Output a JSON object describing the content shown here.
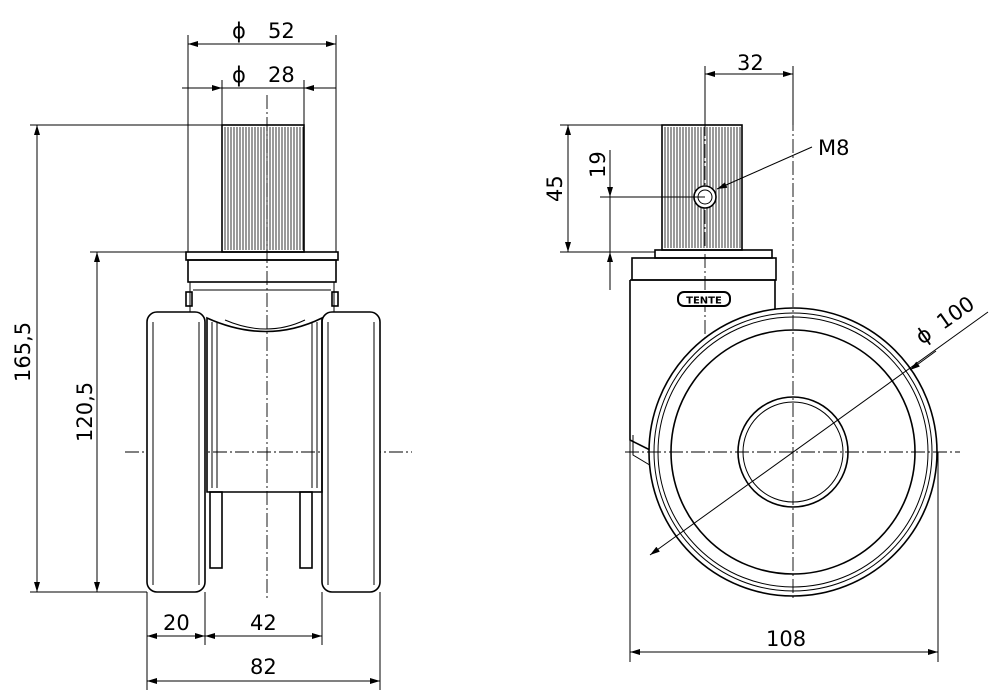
{
  "title": "Twin-wheel castor technical drawing",
  "front_view": {
    "dim_stem_outer": {
      "symbol": "ϕ",
      "value": "52"
    },
    "dim_stem_inner": {
      "symbol": "ϕ",
      "value": "28"
    },
    "dim_total_height": "165,5",
    "dim_wheel_height": "120,5",
    "dim_wheel_width": "20",
    "dim_wheel_gap": "42",
    "dim_total_width": "82"
  },
  "side_view": {
    "dim_offset": "32",
    "dim_thread": "M8",
    "dim_stem_height": "45",
    "dim_hole_height": "19",
    "dim_wheel_diameter": {
      "symbol": "ϕ",
      "value": "100"
    },
    "dim_swivel_radius": "108",
    "brand": "TENTE"
  }
}
